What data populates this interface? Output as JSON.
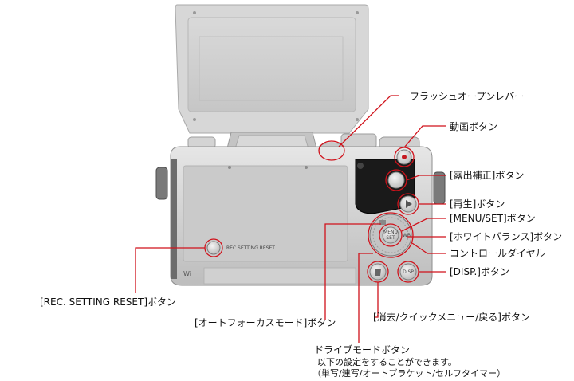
{
  "labels": {
    "flash_lever": "フラッシュオープンレバー",
    "movie_button": "動画ボタン",
    "exposure_button": "[露出補正]ボタン",
    "playback_button": "[再生]ボタン",
    "menu_set_button": "[MENU/SET]ボタン",
    "white_balance_button": "[ホワイトバランス]ボタン",
    "control_dial": "コントロールダイヤル",
    "disp_button": "[DISP.]ボタン",
    "rec_reset_button": "[REC. SETTING RESET]ボタン",
    "af_mode_button": "[オートフォーカスモード]ボタン",
    "delete_quick_back_button": "[消去/クイックメニュー/戻る]ボタン",
    "drive_mode_button": "ドライブモードボタン"
  },
  "notes": {
    "drive_line1": "以下の設定をすることができます。",
    "drive_line2": "（単写/連写/オートブラケット/セルフタイマー）"
  },
  "camera_text": {
    "rec_reset_print": "REC.SETTING RESET",
    "wifi_mark": "Wi",
    "menu": "MENU",
    "set": "SET",
    "disp": "DISP",
    "wb": "WB"
  },
  "colors": {
    "callout_red": "#d0121b",
    "body_silver": "#cfcfcf",
    "grip_black": "#1a1a1a"
  }
}
